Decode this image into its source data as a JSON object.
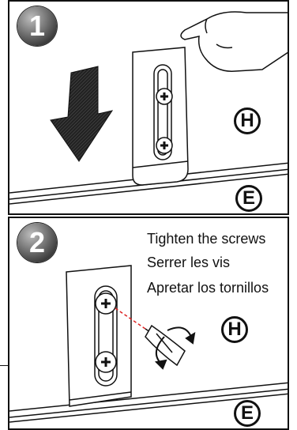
{
  "steps": [
    {
      "number": "1",
      "labels": {
        "bracket": "H",
        "rail": "E"
      }
    },
    {
      "number": "2",
      "labels": {
        "bracket": "H",
        "rail": "E"
      },
      "instructions": [
        "Tighten the screws",
        "Serrer les vis",
        "Apretar los tornillos"
      ]
    }
  ],
  "icons": [
    "down-arrow-icon",
    "hand-icon",
    "screwdriver-icon",
    "rotate-arrow-icon",
    "screw-icon"
  ]
}
